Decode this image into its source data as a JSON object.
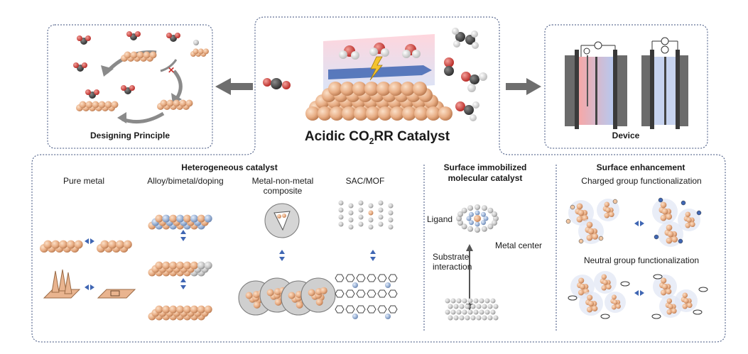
{
  "title": "Acidic CO",
  "title_sub": "2",
  "title_tail": "RR Catalyst",
  "panels": {
    "design": {
      "label": "Designing Principle"
    },
    "device": {
      "label": "Device"
    }
  },
  "bottom": {
    "heterogeneous": {
      "heading": "Heterogeneous catalyst",
      "columns": [
        "Pure metal",
        "Alloy/bimetal/doping",
        "Metal-non-metal",
        "composite",
        "SAC/MOF"
      ]
    },
    "molecular": {
      "heading_line1": "Surface immobilized",
      "heading_line2": "molecular catalyst",
      "ligand": "Ligand",
      "metal_center": "Metal center",
      "substrate_line1": "Substrate",
      "substrate_line2": "interaction"
    },
    "enhancement": {
      "heading": "Surface enhancement",
      "charged": "Charged group functionalization",
      "neutral": "Neutral group functionalization"
    }
  },
  "colors": {
    "copper": "#e9b48f",
    "copper_dark": "#b97d55",
    "alloy_blue": "#9bb3d6",
    "frame_blue": "#3c4f7c",
    "arrow_gray": "#6e6e6e",
    "red": "#c9302c",
    "arrow_blue": "#3f66b3"
  }
}
